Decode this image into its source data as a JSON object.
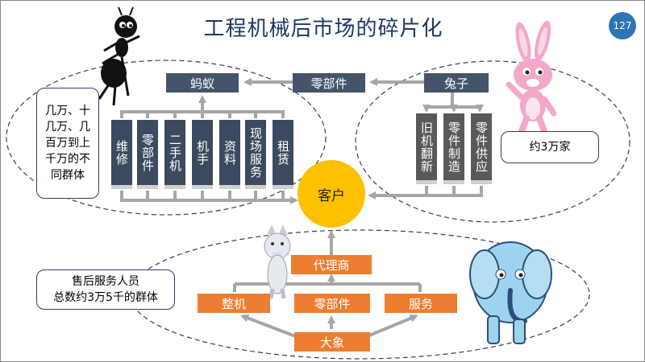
{
  "title": "工程机械后市场的碎片化",
  "page_number": "127",
  "center": "客户",
  "top_chain": {
    "ant": "蚂蚁",
    "parts": "零部件",
    "rabbit": "兔子"
  },
  "ant_columns": [
    "维修",
    "零部件",
    "二手机",
    "机手",
    "资料",
    "现场服务",
    "租赁"
  ],
  "rabbit_columns": [
    "旧机翻新",
    "零件制造",
    "零件供应"
  ],
  "notes": {
    "ant": "几万、十几万、几百万到上千万的不同群体",
    "rabbit": "约3万家",
    "elephant": "售后服务人员\n总数约3万5千的群体"
  },
  "bottom": {
    "dealer": "代理商",
    "whole_machine": "整机",
    "parts": "零部件",
    "service": "服务",
    "elephant": "大象"
  },
  "colors": {
    "navy": "#44546a",
    "orange": "#ed7d31",
    "yellow": "#ffc000",
    "arrow": "#a6a6a6"
  }
}
